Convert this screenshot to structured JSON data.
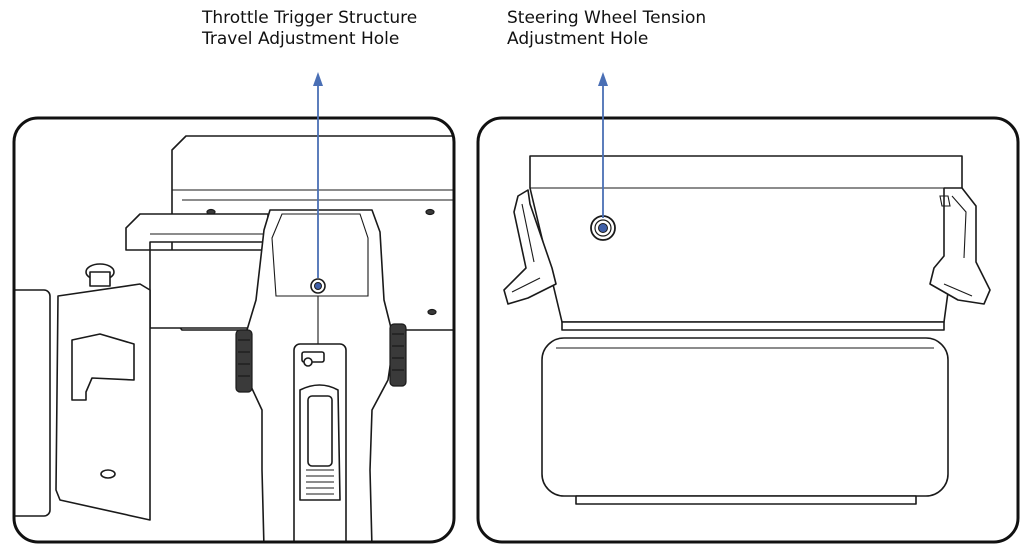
{
  "callouts": {
    "throttle": {
      "line1": "Throttle Trigger Structure",
      "line2": "Travel Adjustment Hole"
    },
    "steering": {
      "line1": "Steering Wheel Tension",
      "line2": "Adjustment Hole"
    }
  },
  "colors": {
    "arrow": "#4a6fb5",
    "highlight": "#3f5fa8",
    "panel_border": "#111111",
    "line_art": "#1a1a1a"
  }
}
